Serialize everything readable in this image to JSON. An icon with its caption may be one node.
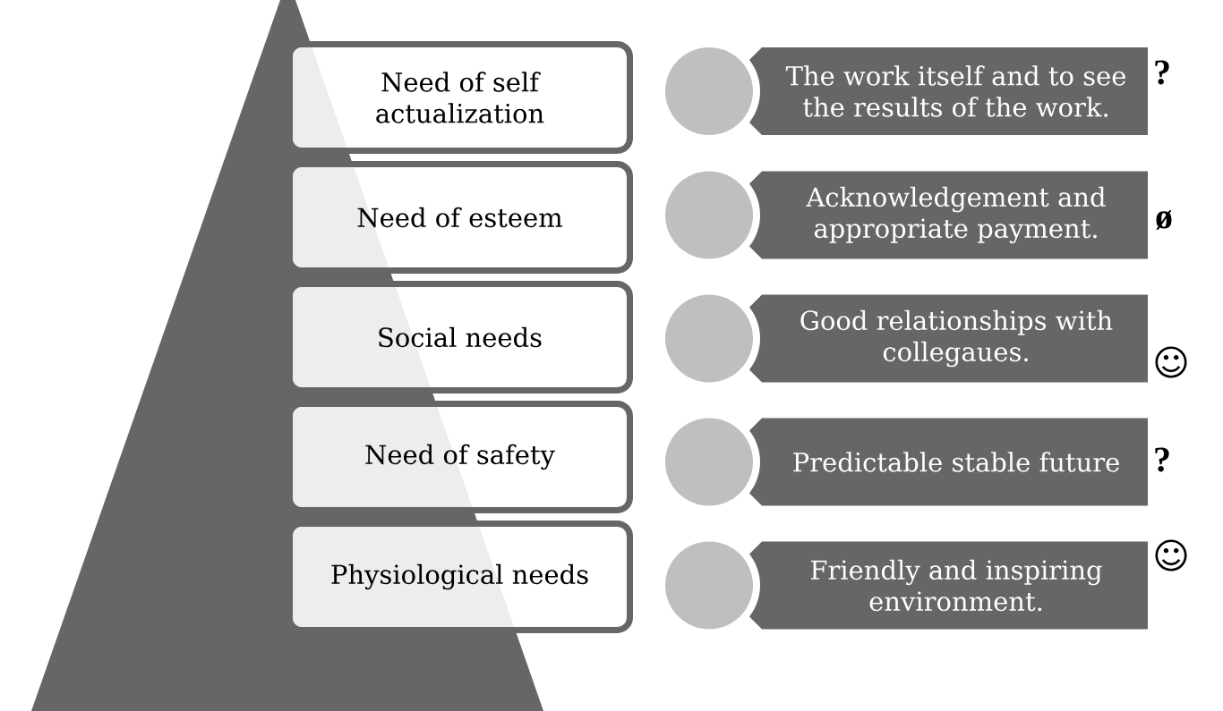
{
  "diagram": {
    "nodes": [
      {
        "text": [
          "Need of self actualization"
        ]
      },
      {
        "text": [],
        "shape": "circle"
      },
      {
        "text": [
          "The work itself and to see the results of the work."
        ],
        "beside": [
          "?"
        ]
      },
      {
        "text": [
          "Need of esteem"
        ]
      },
      {
        "text": [],
        "shape": "circle"
      },
      {
        "text": [
          "Acknowledgement and appropriate payment."
        ],
        "beside": [
          "ø"
        ]
      },
      {
        "text": [
          "Social needs"
        ]
      },
      {
        "text": [],
        "shape": "circle"
      },
      {
        "text": [
          "Good relationships with collegaues."
        ],
        "beside": [
          "☺"
        ]
      },
      {
        "text": [
          "Need of safety"
        ]
      },
      {
        "text": [],
        "shape": "circle"
      },
      {
        "text": [
          "Predictable stable future"
        ],
        "beside": [
          "?"
        ]
      },
      {
        "text": [
          "Physiological needs"
        ]
      },
      {
        "text": [],
        "shape": "circle"
      },
      {
        "text": [
          "Friendly and inspiring environment."
        ],
        "beside": [
          "☺"
        ]
      }
    ]
  }
}
